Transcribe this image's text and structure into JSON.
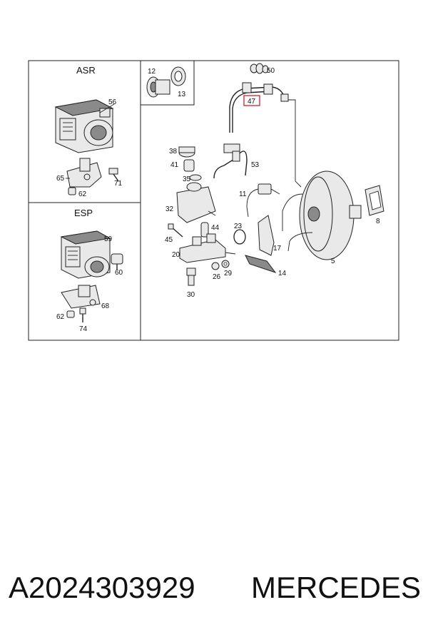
{
  "diagram": {
    "sections": {
      "asr": "ASR",
      "esp": "ESP"
    },
    "labels": {
      "p5": "5",
      "p8": "8",
      "p11": "11",
      "p12": "12",
      "p13": "13",
      "p14": "14",
      "p17": "17",
      "p20": "20",
      "p23": "23",
      "p26": "26",
      "p29": "29",
      "p30": "30",
      "p32": "32",
      "p35": "35",
      "p38": "38",
      "p41": "41",
      "p44": "44",
      "p45": "45",
      "p47": "47",
      "p50": "50",
      "p53": "53",
      "p56": "56",
      "p59": "59",
      "p60": "60",
      "p62a": "62",
      "p62b": "62",
      "p65": "65",
      "p68": "68",
      "p71": "71",
      "p74": "74"
    },
    "highlight_color": "#d6202a"
  },
  "caption": {
    "part_number": "A2024303929",
    "brand": "MERCEDES"
  }
}
